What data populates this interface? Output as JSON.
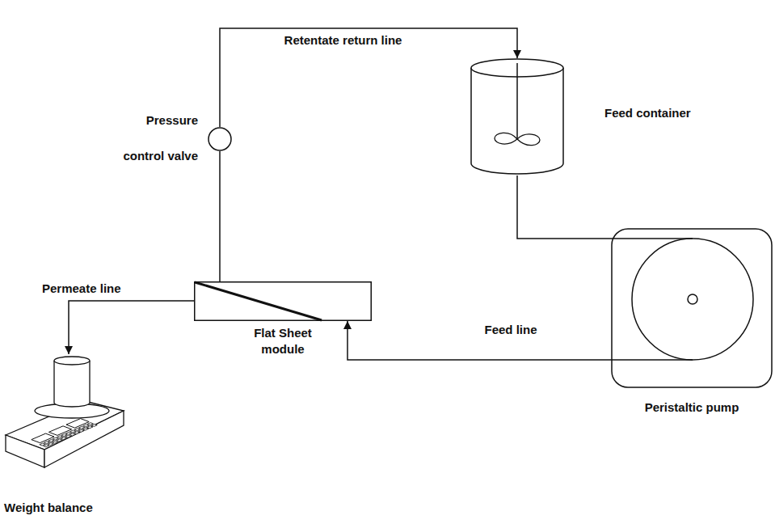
{
  "diagram": {
    "nodes": [
      {
        "text": [
          "Feed container"
        ]
      },
      {
        "text": [
          "Peristaltic pump"
        ]
      },
      {
        "text": [
          "Flat Sheet module"
        ]
      },
      {
        "text": [
          "Pressure control valve"
        ]
      },
      {
        "text": [
          "Weight balance"
        ]
      }
    ],
    "edges": [
      {
        "from": 0,
        "to": 1,
        "arrow": "none"
      },
      {
        "from": 1,
        "to": 2,
        "arrow": "to",
        "label": "Feed line"
      },
      {
        "from": 2,
        "to": 3,
        "arrow": "none"
      },
      {
        "from": 3,
        "to": 0,
        "arrow": "to",
        "label": "Retentate return line"
      },
      {
        "from": 2,
        "to": 4,
        "arrow": "to",
        "label": "Permeate line"
      }
    ]
  }
}
